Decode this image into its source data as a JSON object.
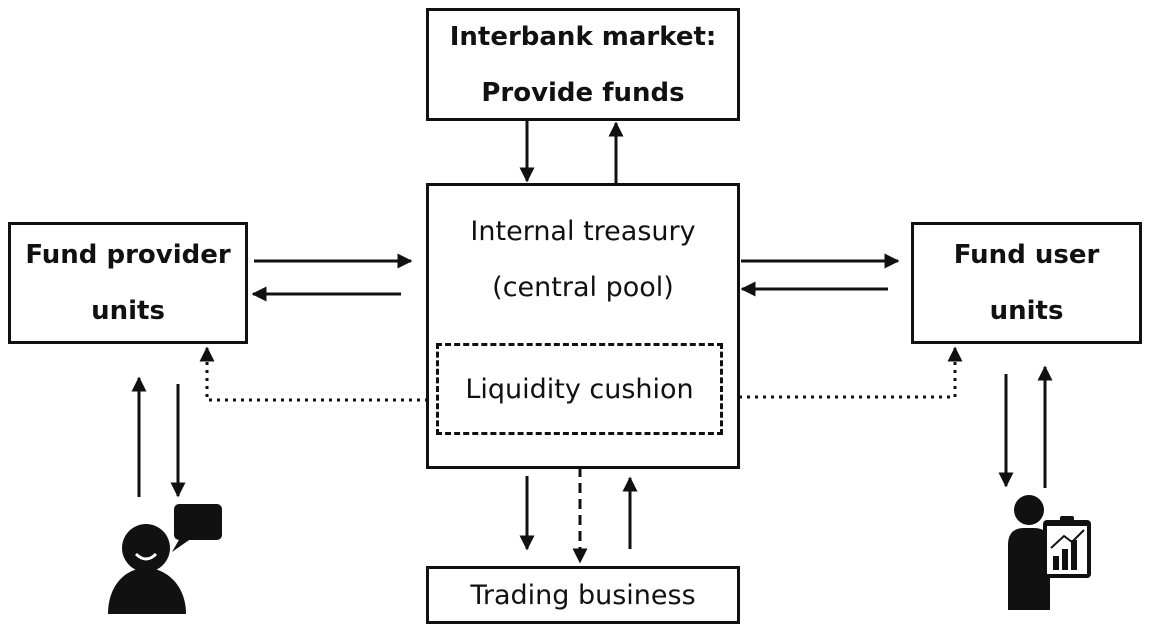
{
  "interbank": {
    "line1": "Interbank market:",
    "line2": "Provide funds"
  },
  "treasury": {
    "line1": "Internal treasury",
    "line2": "(central pool)"
  },
  "liquidity": {
    "label": "Liquidity cushion"
  },
  "provider": {
    "line1": "Fund provider",
    "line2": "units"
  },
  "user": {
    "line1": "Fund user",
    "line2": "units"
  },
  "trading": {
    "label": "Trading business"
  },
  "icons": [
    "speaking-person-icon",
    "businessman-chart-icon"
  ],
  "colors": {
    "line": "#111111",
    "background": "#ffffff"
  }
}
